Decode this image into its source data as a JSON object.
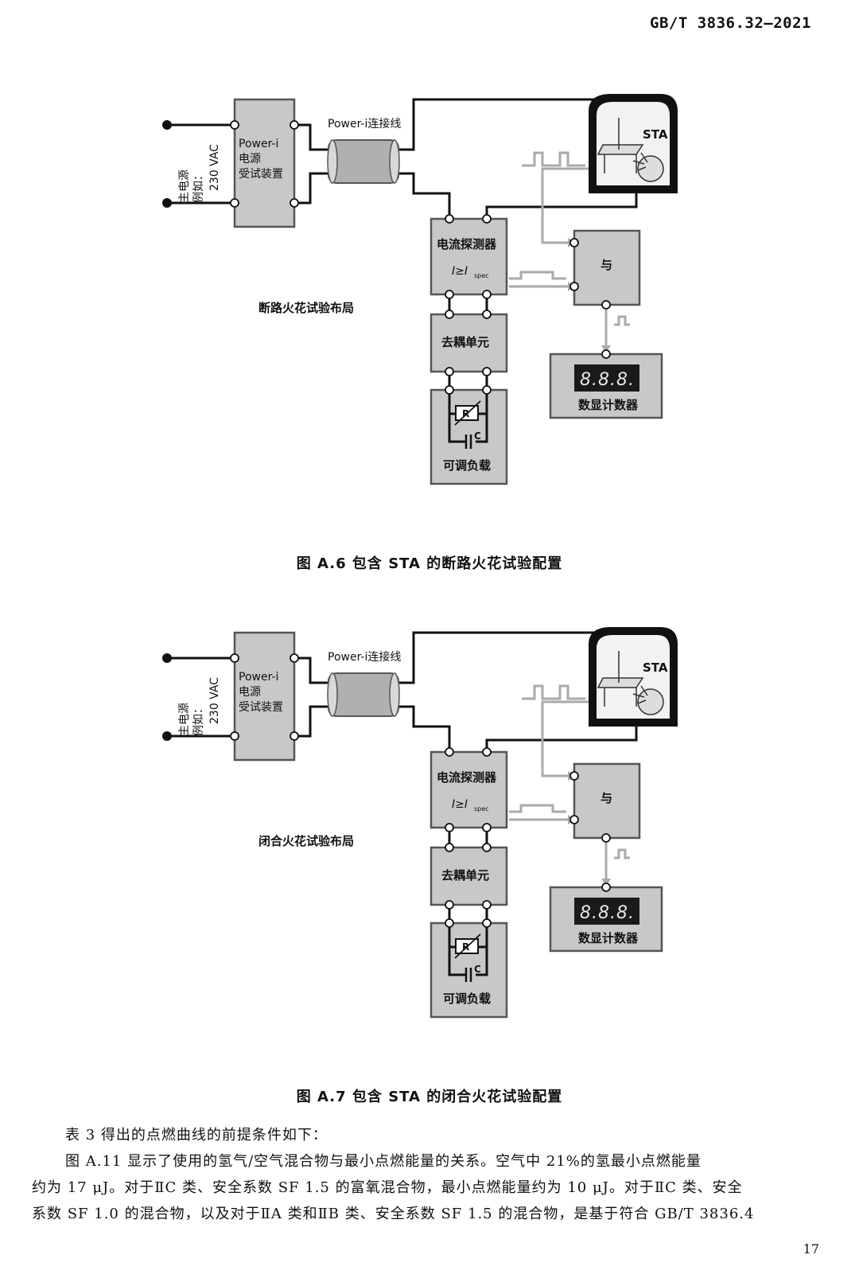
{
  "header": {
    "standard_number": "GB/T 3836.32—2021"
  },
  "figures": [
    {
      "mains_label": "主电源",
      "mains_example": "例如：",
      "mains_voltage": "230 VAC",
      "device_line1": "Power-i",
      "device_line2": "电源",
      "device_line3": "受试装置",
      "cable_label": "Power-i连接线",
      "sta_label": "STA",
      "detector_label": "电流探测器",
      "detector_condition_main": "I≥I",
      "detector_condition_sub": "spec",
      "and_label": "与",
      "decoupling_label": "去耦单元",
      "load_label": "可调负载",
      "resistor_label": "R",
      "capacitor_label": "C",
      "counter_display": "8.8.8.",
      "counter_label": "数显计数器",
      "layout_label": "断路火花试验布局",
      "caption": "图 A.6  包含 STA 的断路火花试验配置"
    },
    {
      "mains_label": "主电源",
      "mains_example": "例如：",
      "mains_voltage": "230 VAC",
      "device_line1": "Power-i",
      "device_line2": "电源",
      "device_line3": "受试装置",
      "cable_label": "Power-i连接线",
      "sta_label": "STA",
      "detector_label": "电流探测器",
      "detector_condition_main": "I≥I",
      "detector_condition_sub": "spec",
      "and_label": "与",
      "decoupling_label": "去耦单元",
      "load_label": "可调负载",
      "resistor_label": "R",
      "capacitor_label": "C",
      "counter_display": "8.8.8.",
      "counter_label": "数显计数器",
      "layout_label": "闭合火花试验布局",
      "caption": "图 A.7  包含 STA 的闭合火花试验配置"
    }
  ],
  "body": {
    "paragraph1": "表 3 得出的点燃曲线的前提条件如下：",
    "paragraph2_line1": "图 A.11 显示了使用的氢气/空气混合物与最小点燃能量的关系。空气中 21%的氢最小点燃能量",
    "paragraph2_line2": "约为 17 μJ。对于ⅡC 类、安全系数 SF 1.5 的富氧混合物，最小点燃能量约为 10 μJ。对于ⅡC 类、安全",
    "paragraph2_line3": "系数 SF 1.0 的混合物，以及对于ⅡA 类和ⅡB 类、安全系数 SF 1.5 的混合物，是基于符合 GB/T 3836.4"
  },
  "footer": {
    "page_number": "17"
  }
}
